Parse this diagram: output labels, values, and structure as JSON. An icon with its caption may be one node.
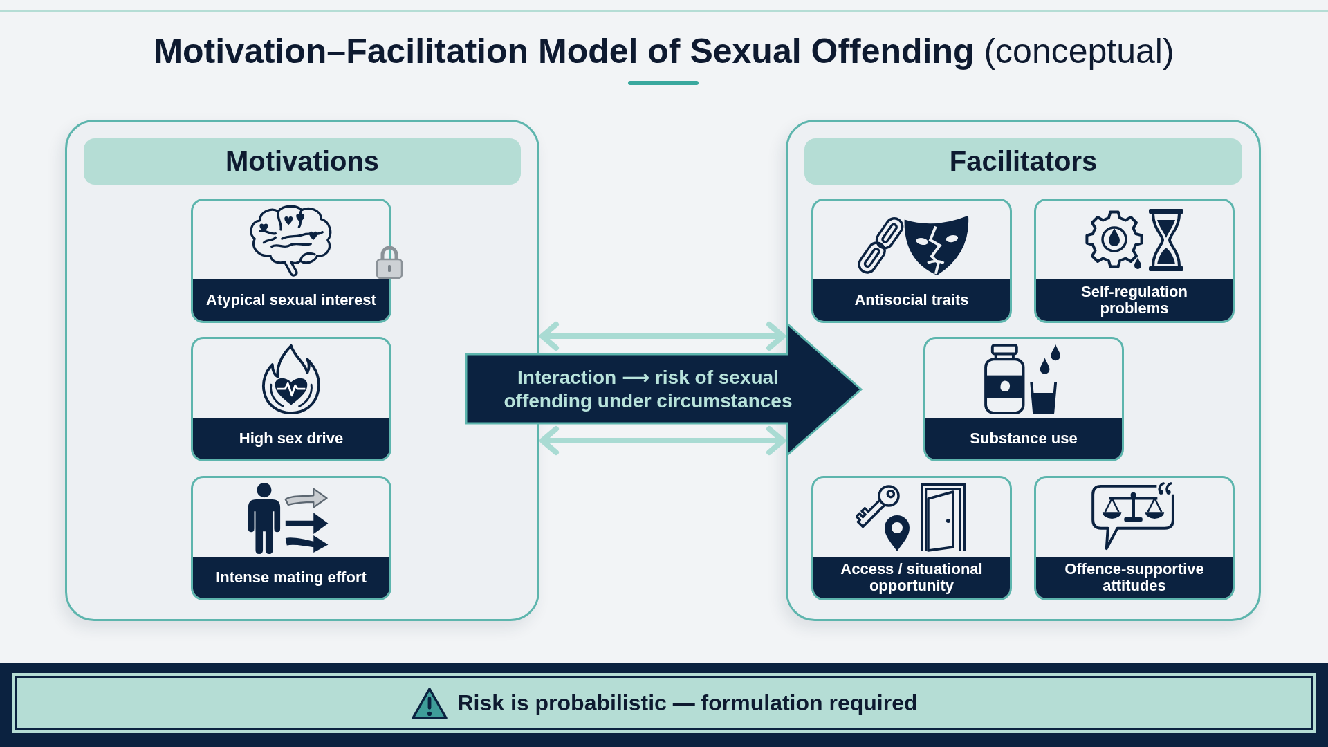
{
  "diagram": {
    "title": "**Motivation–Facilitation Model of Sexual Offending** (conceptual)",
    "nodes": [
      {
        "text": [
          "Motivations"
        ]
      },
      {
        "text": [
          "Atypical sexual interest"
        ],
        "in": 0
      },
      {
        "text": [
          "High sex drive"
        ],
        "in": 0
      },
      {
        "text": [
          "Intense mating effort"
        ],
        "in": 0
      },
      {
        "text": [
          "Interaction ⟶ risk of sexual offending under circumstances"
        ]
      },
      {
        "text": [
          "Facilitators"
        ]
      },
      {
        "text": [
          "Antisocial traits"
        ],
        "in": 5
      },
      {
        "text": [
          "Self-regulation problems"
        ],
        "in": 5
      },
      {
        "text": [
          "Substance use"
        ],
        "in": 5
      },
      {
        "text": [
          "Access / situational opportunity"
        ],
        "in": 5
      },
      {
        "text": [
          "Offence-supportive attitudes"
        ],
        "in": 5
      },
      {
        "text": [
          "Risk is probabilistic — formulation required"
        ]
      }
    ],
    "edges": [
      {
        "from": 0,
        "to": 5,
        "arrow": "both"
      },
      {
        "from": 0,
        "to": 5,
        "arrow": "both"
      }
    ]
  }
}
